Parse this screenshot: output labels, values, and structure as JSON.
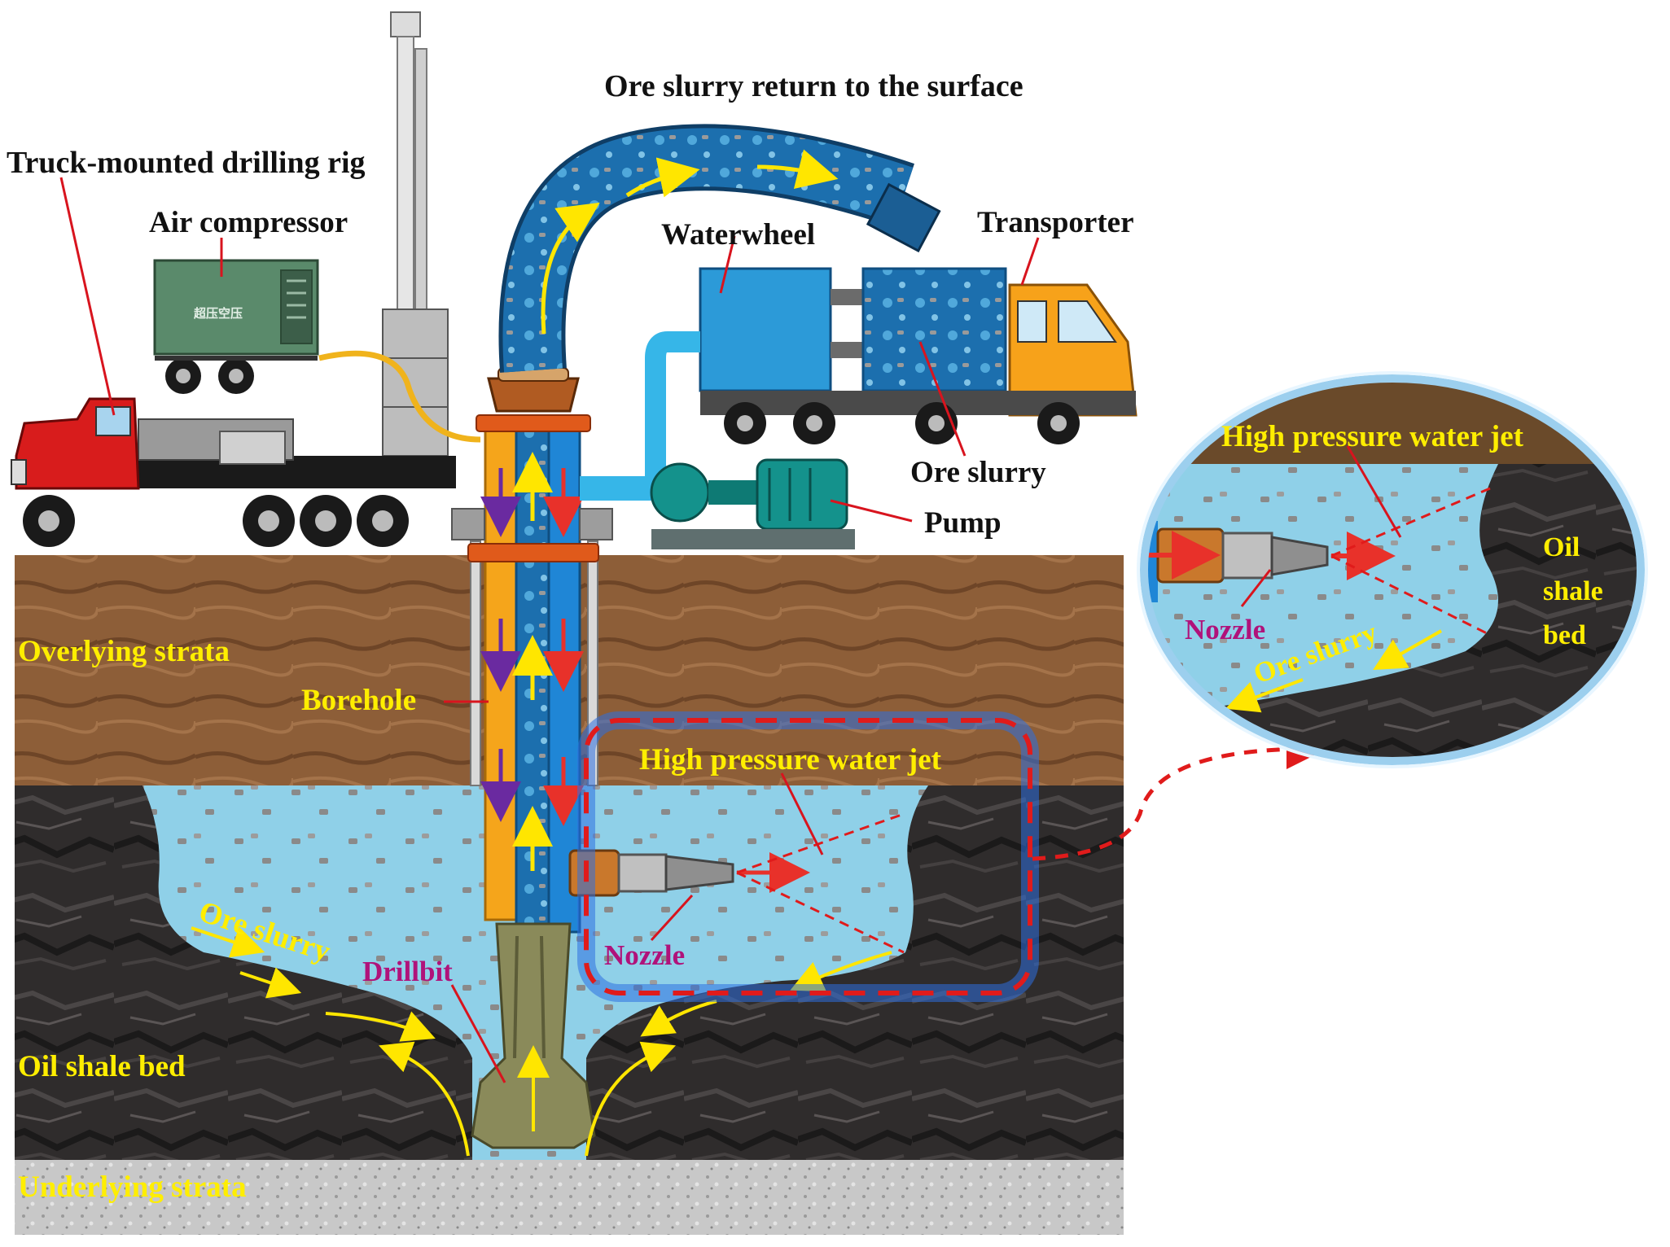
{
  "labels": {
    "truck_rig": "Truck-mounted drilling rig",
    "air_compressor": "Air compressor",
    "ore_return": "Ore slurry return to the surface",
    "waterwheel": "Waterwheel",
    "transporter": "Transporter",
    "ore_slurry_tank": "Ore slurry",
    "pump": "Pump",
    "overlying": "Overlying strata",
    "borehole": "Borehole",
    "hp_jet_main": "High pressure water jet",
    "nozzle_main": "Nozzle",
    "ore_slurry_main": "Ore slurry",
    "drillbit": "Drillbit",
    "oil_shale_bed": "Oil shale bed",
    "underlying": "Underlying strata",
    "hp_jet_detail": "High pressure water jet",
    "nozzle_detail": "Nozzle",
    "ore_slurry_detail": "Ore slurry",
    "oil_shale_detail_1": "Oil",
    "oil_shale_detail_2": "shale",
    "oil_shale_detail_3": "bed",
    "compressor_plate": "超压空压"
  },
  "colors": {
    "label_yellow": "#ffee00",
    "label_black": "#111111",
    "label_magenta": "#b0127a",
    "leader_red": "#d8141e",
    "water": "#8fd0e8",
    "overlying_soil": "#8a5a34",
    "oil_shale": "#2c2a2a",
    "underlying_rock": "#c9c9c9",
    "outer_pipe": "#f5a51b",
    "inner_pipe": "#1f86d6",
    "flange": "#e05a1b",
    "truck_cab": "#d81c1c",
    "transporter_cab": "#f7a21a",
    "tank": "#2c9ad8",
    "pump_body": "#14928c",
    "compressor": "#5a8a6b",
    "arrow_yellow": "#ffe600",
    "arrow_red": "#e8312a",
    "arrow_purple": "#6a2aa0",
    "dash_red": "#e01b1b"
  }
}
